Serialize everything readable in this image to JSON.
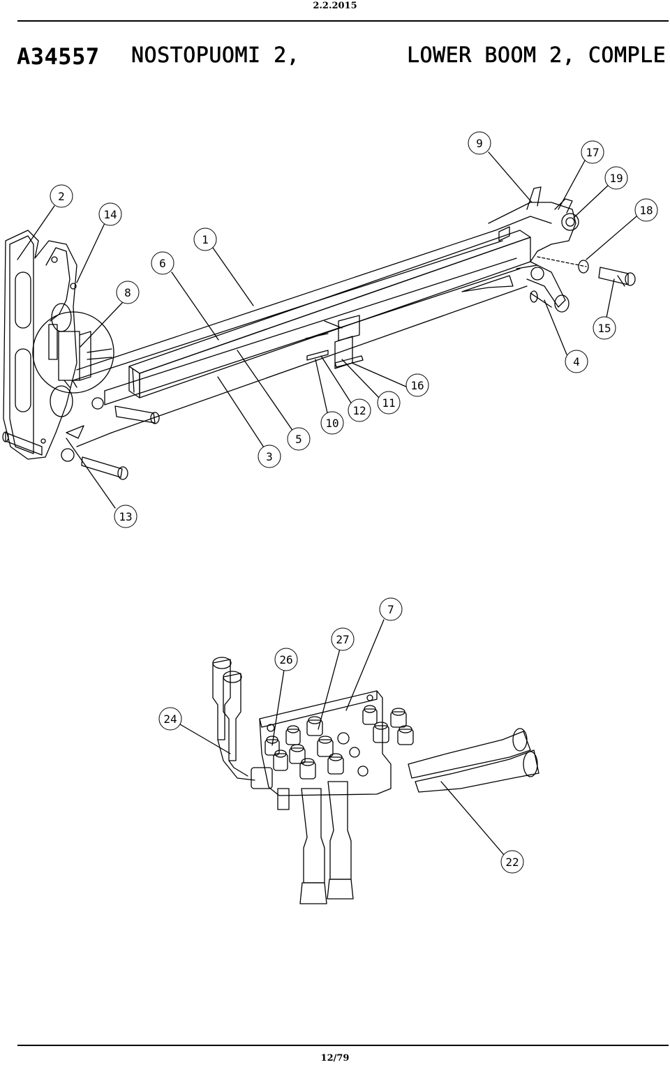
{
  "header": {
    "date": "2.2.2015",
    "part_code": "A34557",
    "title_fi": "NOSTOPUOMI 2,",
    "title_en": "LOWER BOOM 2, COMPLE"
  },
  "footer": {
    "page": "12/79"
  },
  "callouts": [
    "2",
    "14",
    "1",
    "6",
    "8",
    "9",
    "17",
    "19",
    "18",
    "15",
    "4",
    "16",
    "11",
    "12",
    "10",
    "5",
    "3",
    "13",
    "7",
    "27",
    "26",
    "24",
    "22"
  ]
}
